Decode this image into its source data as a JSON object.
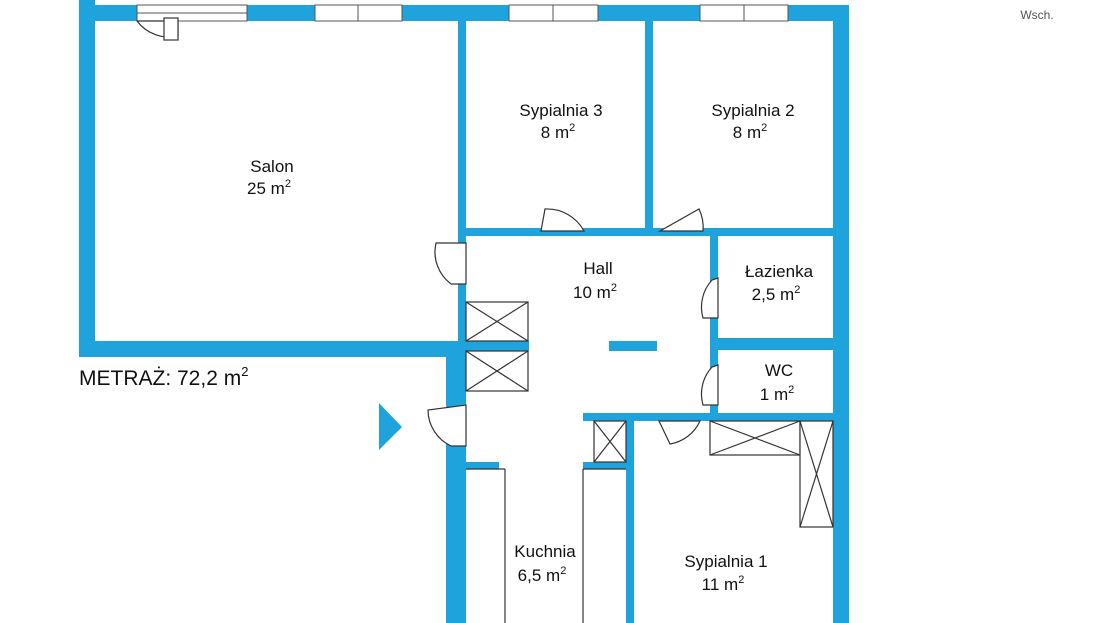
{
  "plan": {
    "total_area_label": "METRAŻ: 72,2 m",
    "total_area_sup": "2",
    "compass_label": "Wsch.",
    "wall_color": "#1fa3dc",
    "rooms": [
      {
        "name": "Salon",
        "area": "25 m",
        "sup": "2"
      },
      {
        "name": "Sypialnia 3",
        "area": "8 m",
        "sup": "2"
      },
      {
        "name": "Sypialnia 2",
        "area": "8 m",
        "sup": "2"
      },
      {
        "name": "Hall",
        "area": "10 m",
        "sup": "2"
      },
      {
        "name": "Łazienka",
        "area": "2,5 m",
        "sup": "2"
      },
      {
        "name": "WC",
        "area": "1 m",
        "sup": "2"
      },
      {
        "name": "Kuchnia",
        "area": "6,5 m",
        "sup": "2"
      },
      {
        "name": "Sypialnia 1",
        "area": "11 m",
        "sup": "2"
      }
    ]
  }
}
